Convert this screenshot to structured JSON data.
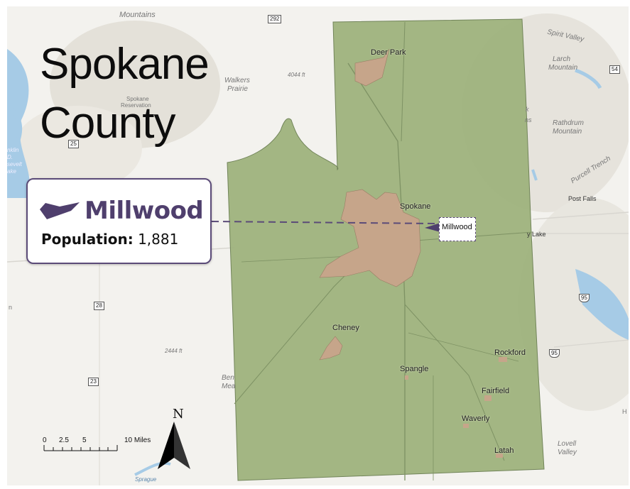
{
  "title": {
    "line1": "Spokane",
    "line2": "County"
  },
  "callout": {
    "name": "Millwood",
    "population_label": "Population:",
    "population_value": "1,881"
  },
  "county_cities": [
    {
      "name": "Deer Park"
    },
    {
      "name": "Spokane"
    },
    {
      "name": "Millwood"
    },
    {
      "name": "Cheney"
    },
    {
      "name": "Spangle"
    },
    {
      "name": "Rockford"
    },
    {
      "name": "Fairfield"
    },
    {
      "name": "Waverly"
    },
    {
      "name": "Latah"
    }
  ],
  "basemap_labels": {
    "mountains_top": "Mountains",
    "walkers": "Walkers",
    "prairie": "Prairie",
    "elev_1": "4044 ft",
    "reservation_1": "Spokane",
    "reservation_2": "Reservation",
    "spirit_valley": "Spirit Valley",
    "larch_1": "Larch",
    "larch_2": "Mountain",
    "rathdrum_1": "Rathdrum",
    "rathdrum_2": "Mountain",
    "purcell": "Purcell Trench",
    "post_falls": "Post Falls",
    "lake": "y Lake",
    "elev_2": "2444 ft",
    "ben": "Ben",
    "mea": "Mea",
    "lovell_1": "Lovell",
    "lovell_2": "Valley",
    "sprague": "Sprague",
    "n_letter": "n",
    "h_letter": "H",
    "left_edge_1": "nklin",
    "left_edge_2": "D.",
    "left_edge_3": "sevelt",
    "left_edge_4": "ake",
    "ns": "ns",
    "k": "k"
  },
  "shields": {
    "s292": "292",
    "s54": "54",
    "s25": "25",
    "s28": "28",
    "s23": "23",
    "s95a": "95",
    "s95b": "95"
  },
  "scale_bar": {
    "labels": [
      "0",
      "2.5",
      "5",
      "10 Miles"
    ]
  },
  "north_arrow": {
    "label": "N"
  },
  "colors": {
    "county_fill": "#9fb37e",
    "city_fill": "#c6a58a",
    "callout_accent": "#4f3f6d",
    "water": "#a6cbe6"
  }
}
